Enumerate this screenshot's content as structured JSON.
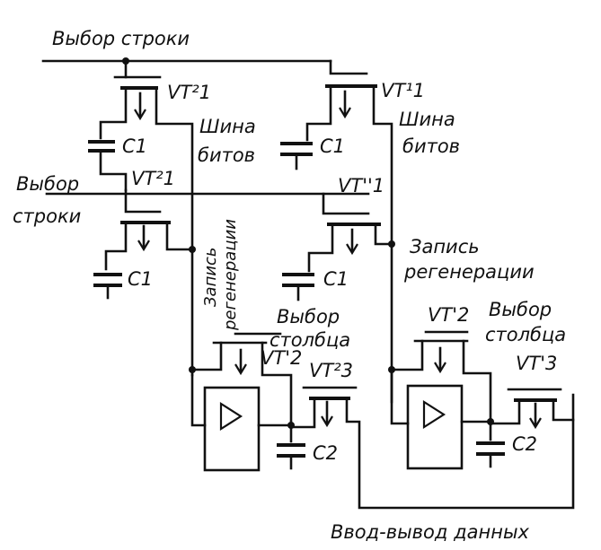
{
  "labels": {
    "row_select_top": "Выбор строки",
    "row_select_left_1": "Выбор",
    "row_select_left_2": "строки",
    "vt21_top": "VT²1",
    "vt11_top": "VT¹1",
    "vt21_mid": "VT²1",
    "vt_dd1": "VT''1",
    "bus_bits_1a": "Шина",
    "bus_bits_1b": "битов",
    "bus_bits_2a": "Шина",
    "bus_bits_2b": "битов",
    "c1_a": "C1",
    "c1_b": "C1",
    "c1_c": "C1",
    "c1_d": "C1",
    "write_regen_vert_1": "Запись",
    "write_regen_vert_2": "регенерации",
    "write_regen_right_1": "Запись",
    "write_regen_right_2": "регенерации",
    "col_select_1a": "Выбор",
    "col_select_1b": "столбца",
    "col_select_2a": "Выбор",
    "col_select_2b": "столбца",
    "vt12_left": "VT'2",
    "vt12_right": "VT'2",
    "vt23": "VT²3",
    "vt13": "VT'3",
    "c2_a": "C2",
    "c2_b": "C2",
    "data_io": "Ввод-вывод данных"
  }
}
